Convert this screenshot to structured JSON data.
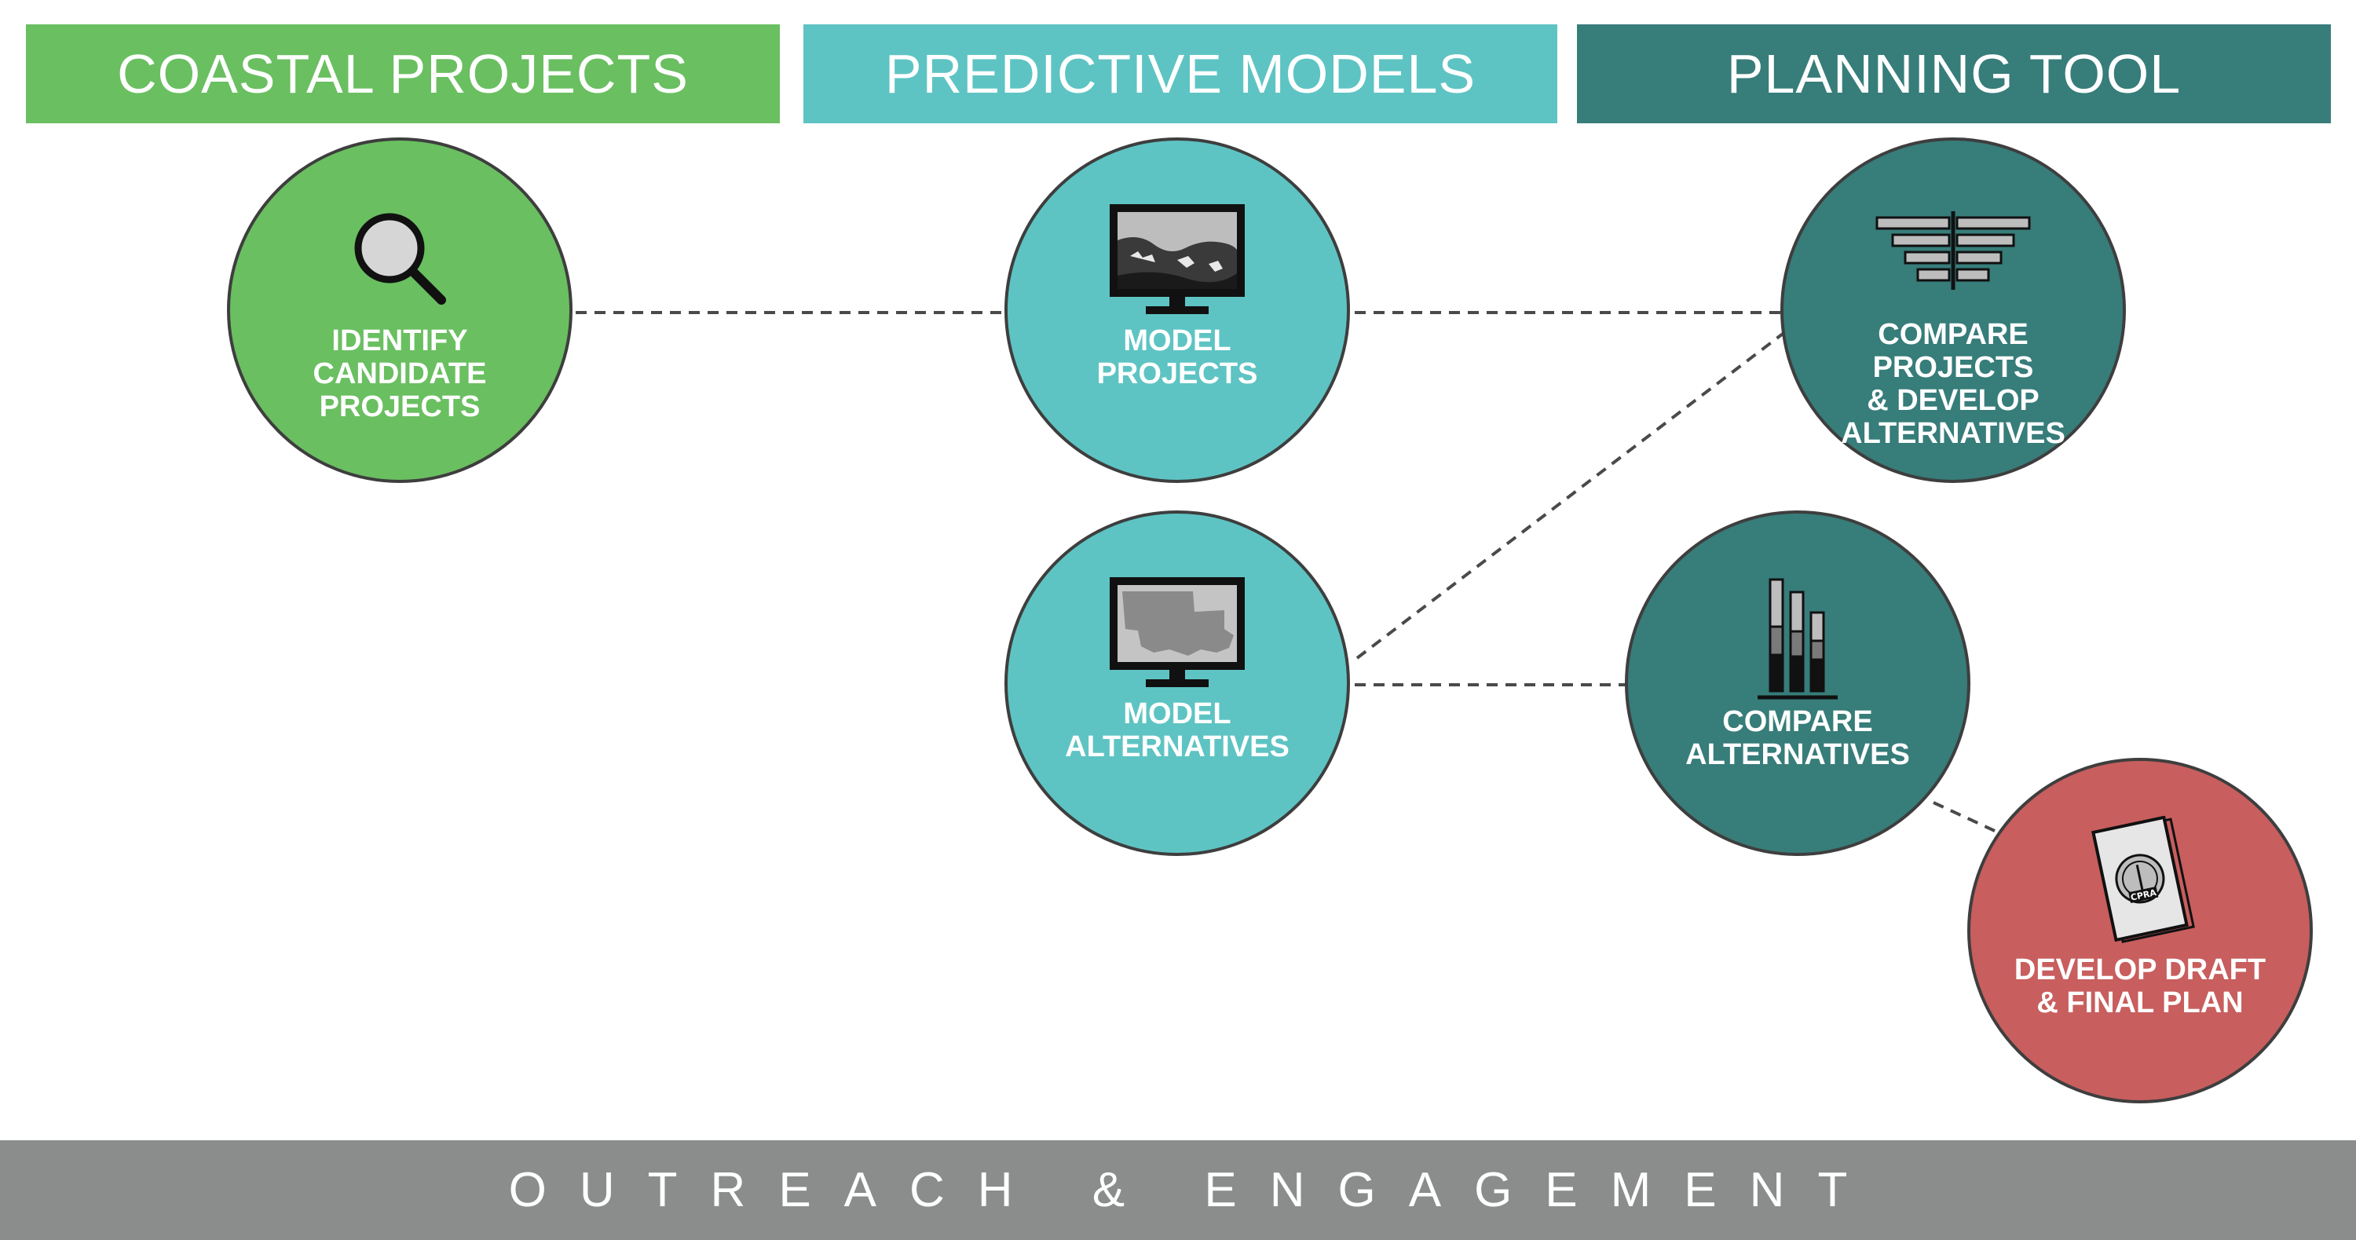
{
  "colors": {
    "green": "#6abf61",
    "light_teal": "#5ec4c3",
    "dark_teal": "#377d7a",
    "red": "#c85e5e",
    "footer_gray": "#8b8d8c",
    "connector": "#4a4a4a"
  },
  "headers": [
    {
      "label": "COASTAL PROJECTS"
    },
    {
      "label": "PREDICTIVE MODELS"
    },
    {
      "label": "PLANNING TOOL"
    }
  ],
  "nodes": {
    "identify": {
      "label": "IDENTIFY\nCANDIDATE\nPROJECTS",
      "icon": "magnifier-icon"
    },
    "model_projects": {
      "label": "MODEL\nPROJECTS",
      "icon": "monitor-coast-icon"
    },
    "compare_projects": {
      "label": "COMPARE\nPROJECTS\n& DEVELOP\nALTERNATIVES",
      "icon": "tornado-chart-icon"
    },
    "model_alternatives": {
      "label": "MODEL\nALTERNATIVES",
      "icon": "monitor-map-icon"
    },
    "compare_alternatives": {
      "label": "COMPARE\nALTERNATIVES",
      "icon": "bar-chart-icon"
    },
    "final_plan": {
      "label": "DEVELOP DRAFT\n& FINAL PLAN",
      "icon": "plan-book-icon"
    }
  },
  "plan_book": {
    "seal_text": "CPRA"
  },
  "footer": {
    "label": "OUTREACH & ENGAGEMENT"
  }
}
